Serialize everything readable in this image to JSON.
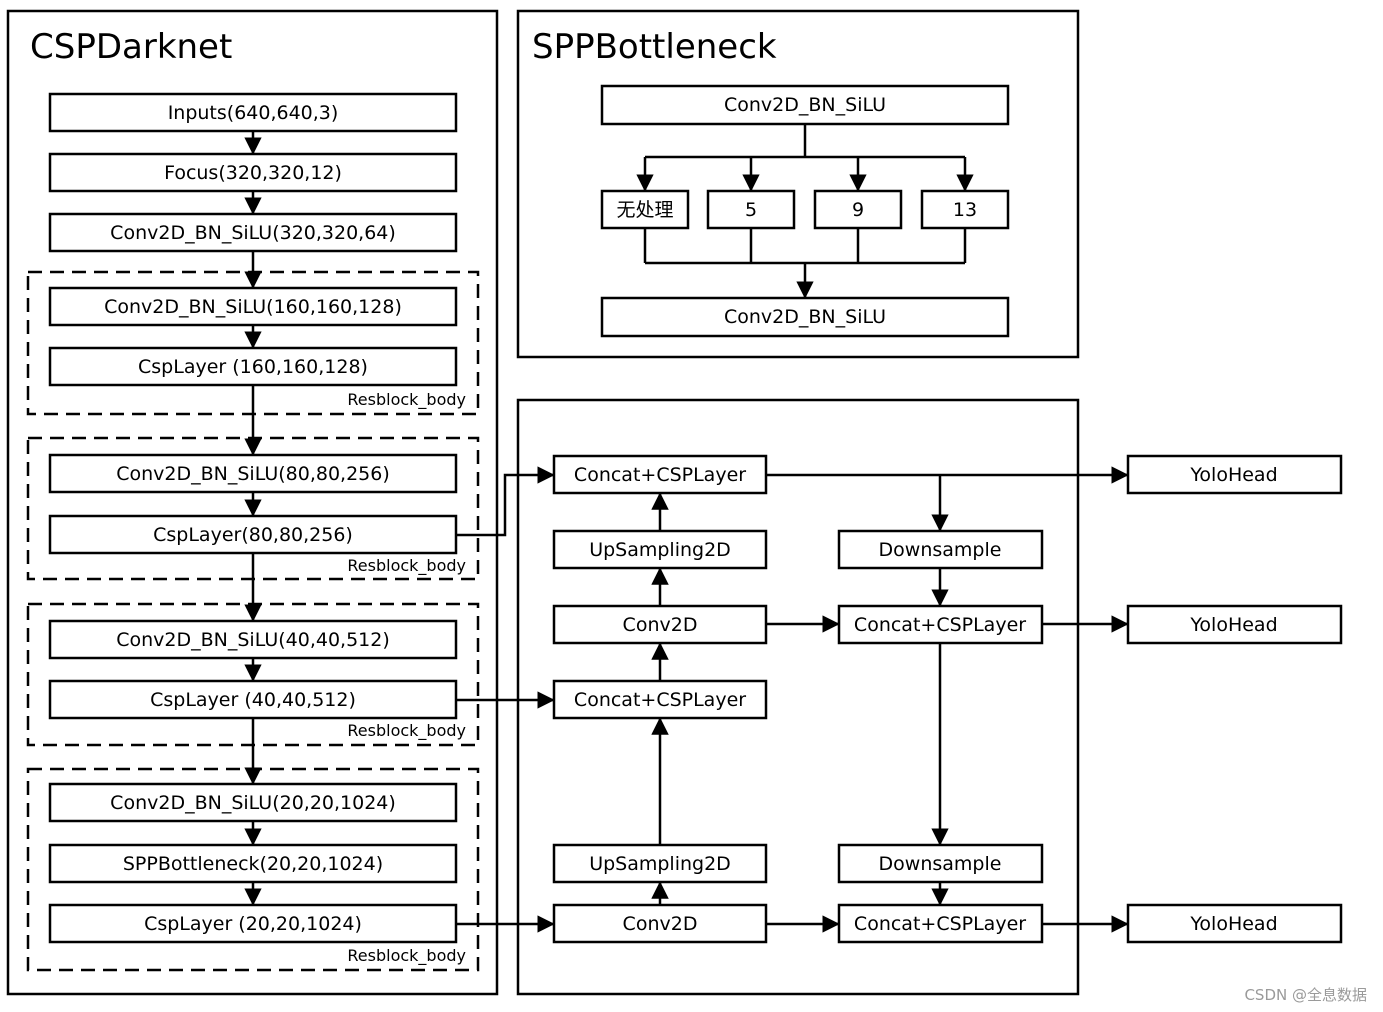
{
  "csp": {
    "title": "CSPDarknet",
    "inputs": "Inputs(640,640,3)",
    "focus": "Focus(320,320,12)",
    "conv_stem": "Conv2D_BN_SiLU(320,320,64)",
    "block1_conv": "Conv2D_BN_SiLU(160,160,128)",
    "block1_csp": "CspLayer (160,160,128)",
    "block2_conv": "Conv2D_BN_SiLU(80,80,256)",
    "block2_csp": "CspLayer(80,80,256)",
    "block3_conv": "Conv2D_BN_SiLU(40,40,512)",
    "block3_csp": "CspLayer (40,40,512)",
    "block4_conv": "Conv2D_BN_SiLU(20,20,1024)",
    "block4_spp": "SPPBottleneck(20,20,1024)",
    "block4_csp": "CspLayer (20,20,1024)",
    "resblock_label": "Resblock_body"
  },
  "spp": {
    "title": "SPPBottleneck",
    "top_conv": "Conv2D_BN_SiLU",
    "branch_none": "无处理",
    "branch_5": "5",
    "branch_9": "9",
    "branch_13": "13",
    "bottom_conv": "Conv2D_BN_SiLU"
  },
  "fpn": {
    "concat_top": "Concat+CSPLayer",
    "upsample_top": "UpSampling2D",
    "conv_mid": "Conv2D",
    "concat_mid_left": "Concat+CSPLayer",
    "upsample_bottom": "UpSampling2D",
    "conv_bottom": "Conv2D",
    "downsample_top": "Downsample",
    "concat_mid_right": "Concat+CSPLayer",
    "downsample_bottom": "Downsample",
    "concat_bottom_right": "Concat+CSPLayer",
    "head1": "YoloHead",
    "head2": "YoloHead",
    "head3": "YoloHead"
  },
  "watermark": "CSDN @全息数据"
}
